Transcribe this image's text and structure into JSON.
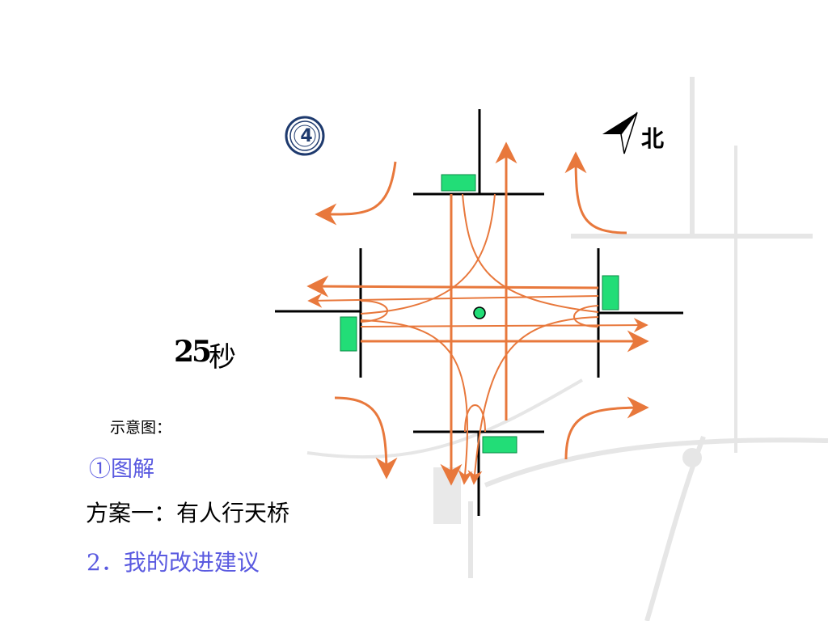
{
  "badge": {
    "number": "4",
    "icon": "circled-number-badge-icon"
  },
  "north": {
    "label": "北",
    "icon": "north-arrow-icon"
  },
  "timer": {
    "value": "25",
    "unit": "秒"
  },
  "captions": {
    "diagram": "示意图：",
    "illustration": "①图解",
    "plan": "方案一：有人行天桥",
    "suggestion": "2．我的改进建议"
  },
  "colors": {
    "flow_arrow": "#e8783c",
    "signal": "#22dd77",
    "road_line": "#000000",
    "accent_text": "#5a5ae0",
    "badge": "#1e3a6e",
    "background_lines": "#e6e6e6"
  }
}
